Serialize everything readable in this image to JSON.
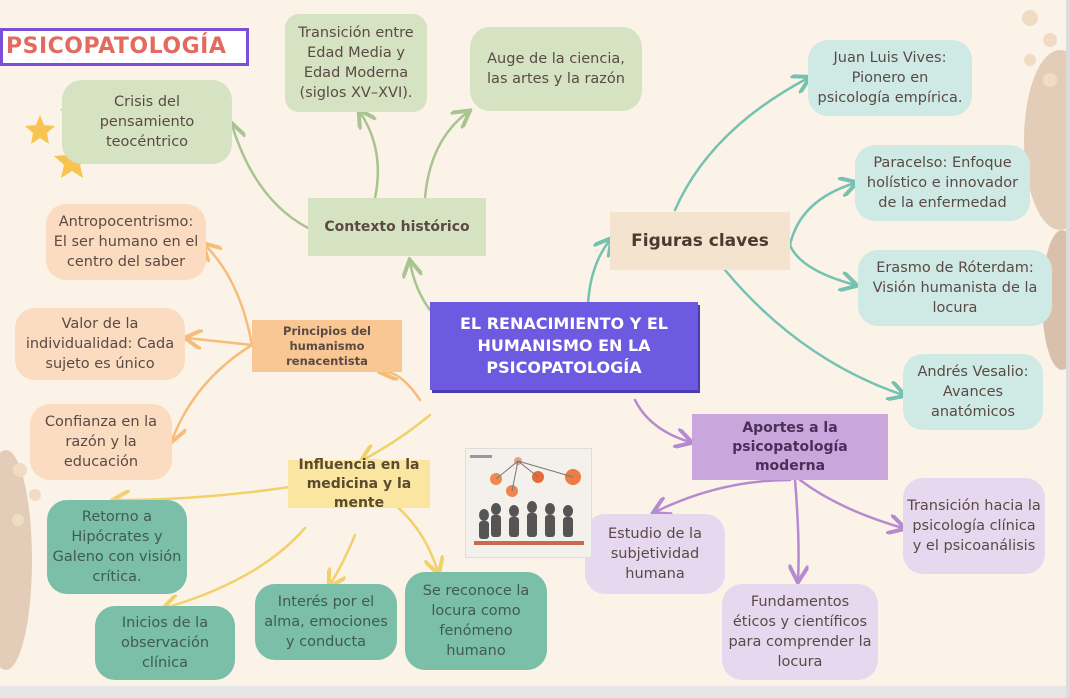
{
  "title": "PSICOPATOLOGÍA",
  "center": "EL RENACIMIENTO Y EL HUMANISMO EN LA PSICOPATOLOGÍA",
  "contexto": {
    "label": "Contexto histórico",
    "crisis": "Crisis del pensamiento teocéntrico",
    "transicion": "Transición entre Edad Media y Edad Moderna (siglos XV–XVI).",
    "auge": "Auge de la ciencia, las artes y la razón"
  },
  "principios": {
    "label": "Principios del humanismo renacentista",
    "antropocentrismo": "Antropocentrismo: El ser humano en el centro del saber",
    "valor": "Valor de la individualidad: Cada sujeto es único",
    "confianza": "Confianza en la razón y la educación"
  },
  "influencia": {
    "label": "Influencia en la medicina y la mente",
    "retorno": "Retorno a Hipócrates y Galeno con visión crítica.",
    "inicios": "Inicios de la observación clínica",
    "interes": "Interés por el alma, emociones y conducta",
    "locura": "Se reconoce la locura como fenómeno humano"
  },
  "figuras": {
    "label": "Figuras claves",
    "vives": "Juan Luis Vives: Pionero en psicología empírica.",
    "paracelso": "Paracelso: Enfoque holístico e innovador de la enfermedad",
    "erasmo": "Erasmo de Róterdam: Visión humanista de la locura",
    "vesalio": "Andrés Vesalio: Avances anatómicos"
  },
  "aportes": {
    "label": "Aportes a la psicopatología moderna",
    "transicion": "Transición hacia la psicología clínica y el psicoanálisis",
    "estudio": "Estudio de la subjetividad humana",
    "fundamentos": "Fundamentos éticos y científicos para comprender la locura"
  },
  "colors": {
    "central": "#6d5ae0",
    "sage": "#d6e3c3",
    "peach": "#fbdcc0",
    "mint": "#cfe9e4",
    "lavender": "#e6d8ee",
    "teal": "#7bbfa9",
    "title_border": "#7b4fd8",
    "title_text": "#e36a5e"
  }
}
